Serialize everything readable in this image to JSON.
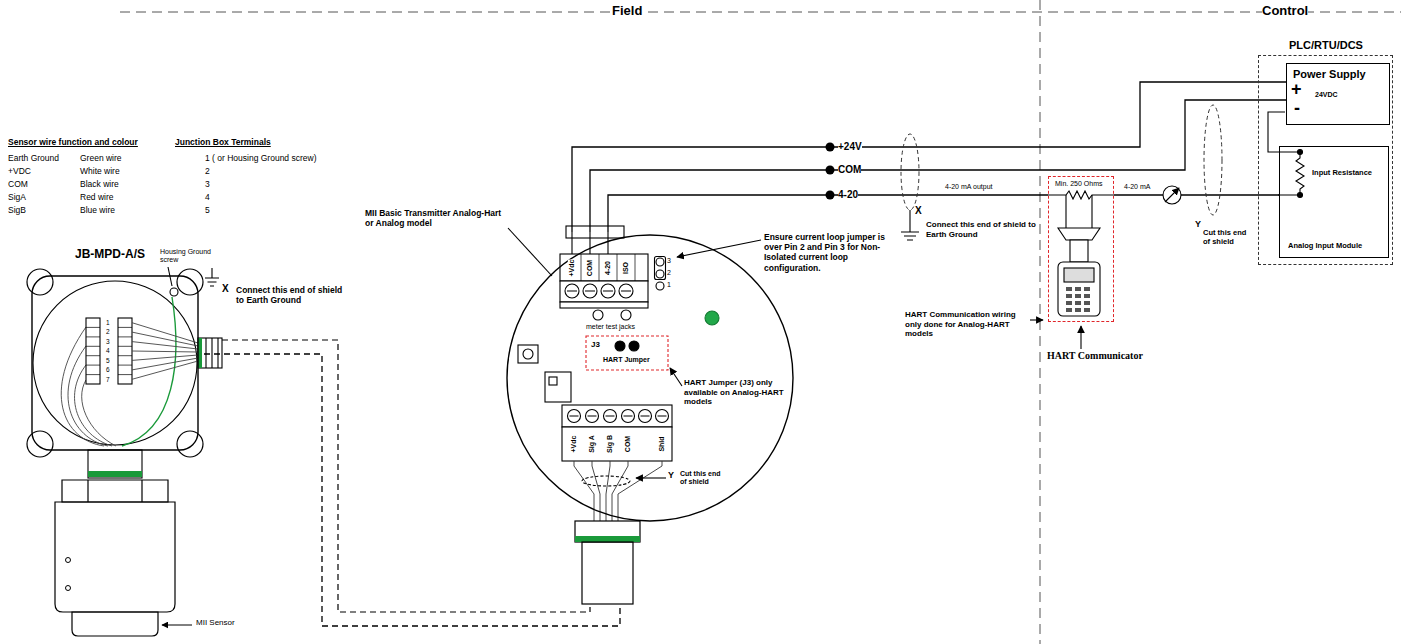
{
  "diagram": {
    "nodes": [
      {
        "text": [
          "JB-MPD-A/S"
        ]
      },
      {
        "text": [
          "MII Sensor"
        ]
      },
      {
        "text": [
          "MII Basic Transmitter Analog-Hart or Analog model"
        ]
      },
      {
        "text": [
          "Min. 250 Ohms"
        ]
      },
      {
        "text": [
          "PLC/RTU/DCS"
        ]
      },
      {
        "text": [
          "Power Supply",
          "24VDC"
        ],
        "in": 4
      },
      {
        "text": [
          "Input Resistance",
          "Analog Input Module"
        ],
        "in": 4
      }
    ],
    "edges": [
      {
        "from": 0,
        "to": 2,
        "arrow": "none"
      },
      {
        "from": 2,
        "to": 5,
        "arrow": "none"
      },
      {
        "from": 2,
        "to": 5,
        "arrow": "none"
      },
      {
        "from": 2,
        "to": 3,
        "label": "4-20 mA output",
        "arrow": "none"
      },
      {
        "from": 3,
        "to": 6,
        "label": "4-20 mA",
        "arrow": "none"
      }
    ],
    "labels": [
      "Field",
      "Control",
      "Sensor wire function and colour",
      "Junction Box Terminals",
      "Earth Ground",
      "Green wire",
      "1 ( or Housing Ground screw)",
      "+VDC",
      "White wire",
      "2",
      "COM",
      "Black wire",
      "3",
      "SigA",
      "Red wire",
      "4",
      "SigB",
      "Blue wire",
      "5",
      "Housing Ground screw",
      "X",
      "Connect this end of shield to Earth Ground",
      "1",
      "2",
      "3",
      "4",
      "5",
      "6",
      "7",
      "+Vdc",
      "COM",
      "4-20",
      "ISO",
      "3",
      "2",
      "1",
      "Ensure current loop jumper is over Pin 2 and Pin 3 for Non-Isolated current loop configuration.",
      "meter test jacks",
      "J3",
      "HART Jumper",
      "HART Jumper (J3) only available on Analog-HART models",
      "+Vdc",
      "Sig A",
      "Sig B",
      "COM",
      "Shld",
      "Y",
      "Cut this end of shield",
      "+24V",
      "COM",
      "4-20",
      "X",
      "Connect this end of shield to Earth Ground",
      "HART Communication wiring only done for Analog-HART models",
      "HART Communicator",
      "Y",
      "Cut this end of shield",
      "+",
      "-"
    ]
  }
}
